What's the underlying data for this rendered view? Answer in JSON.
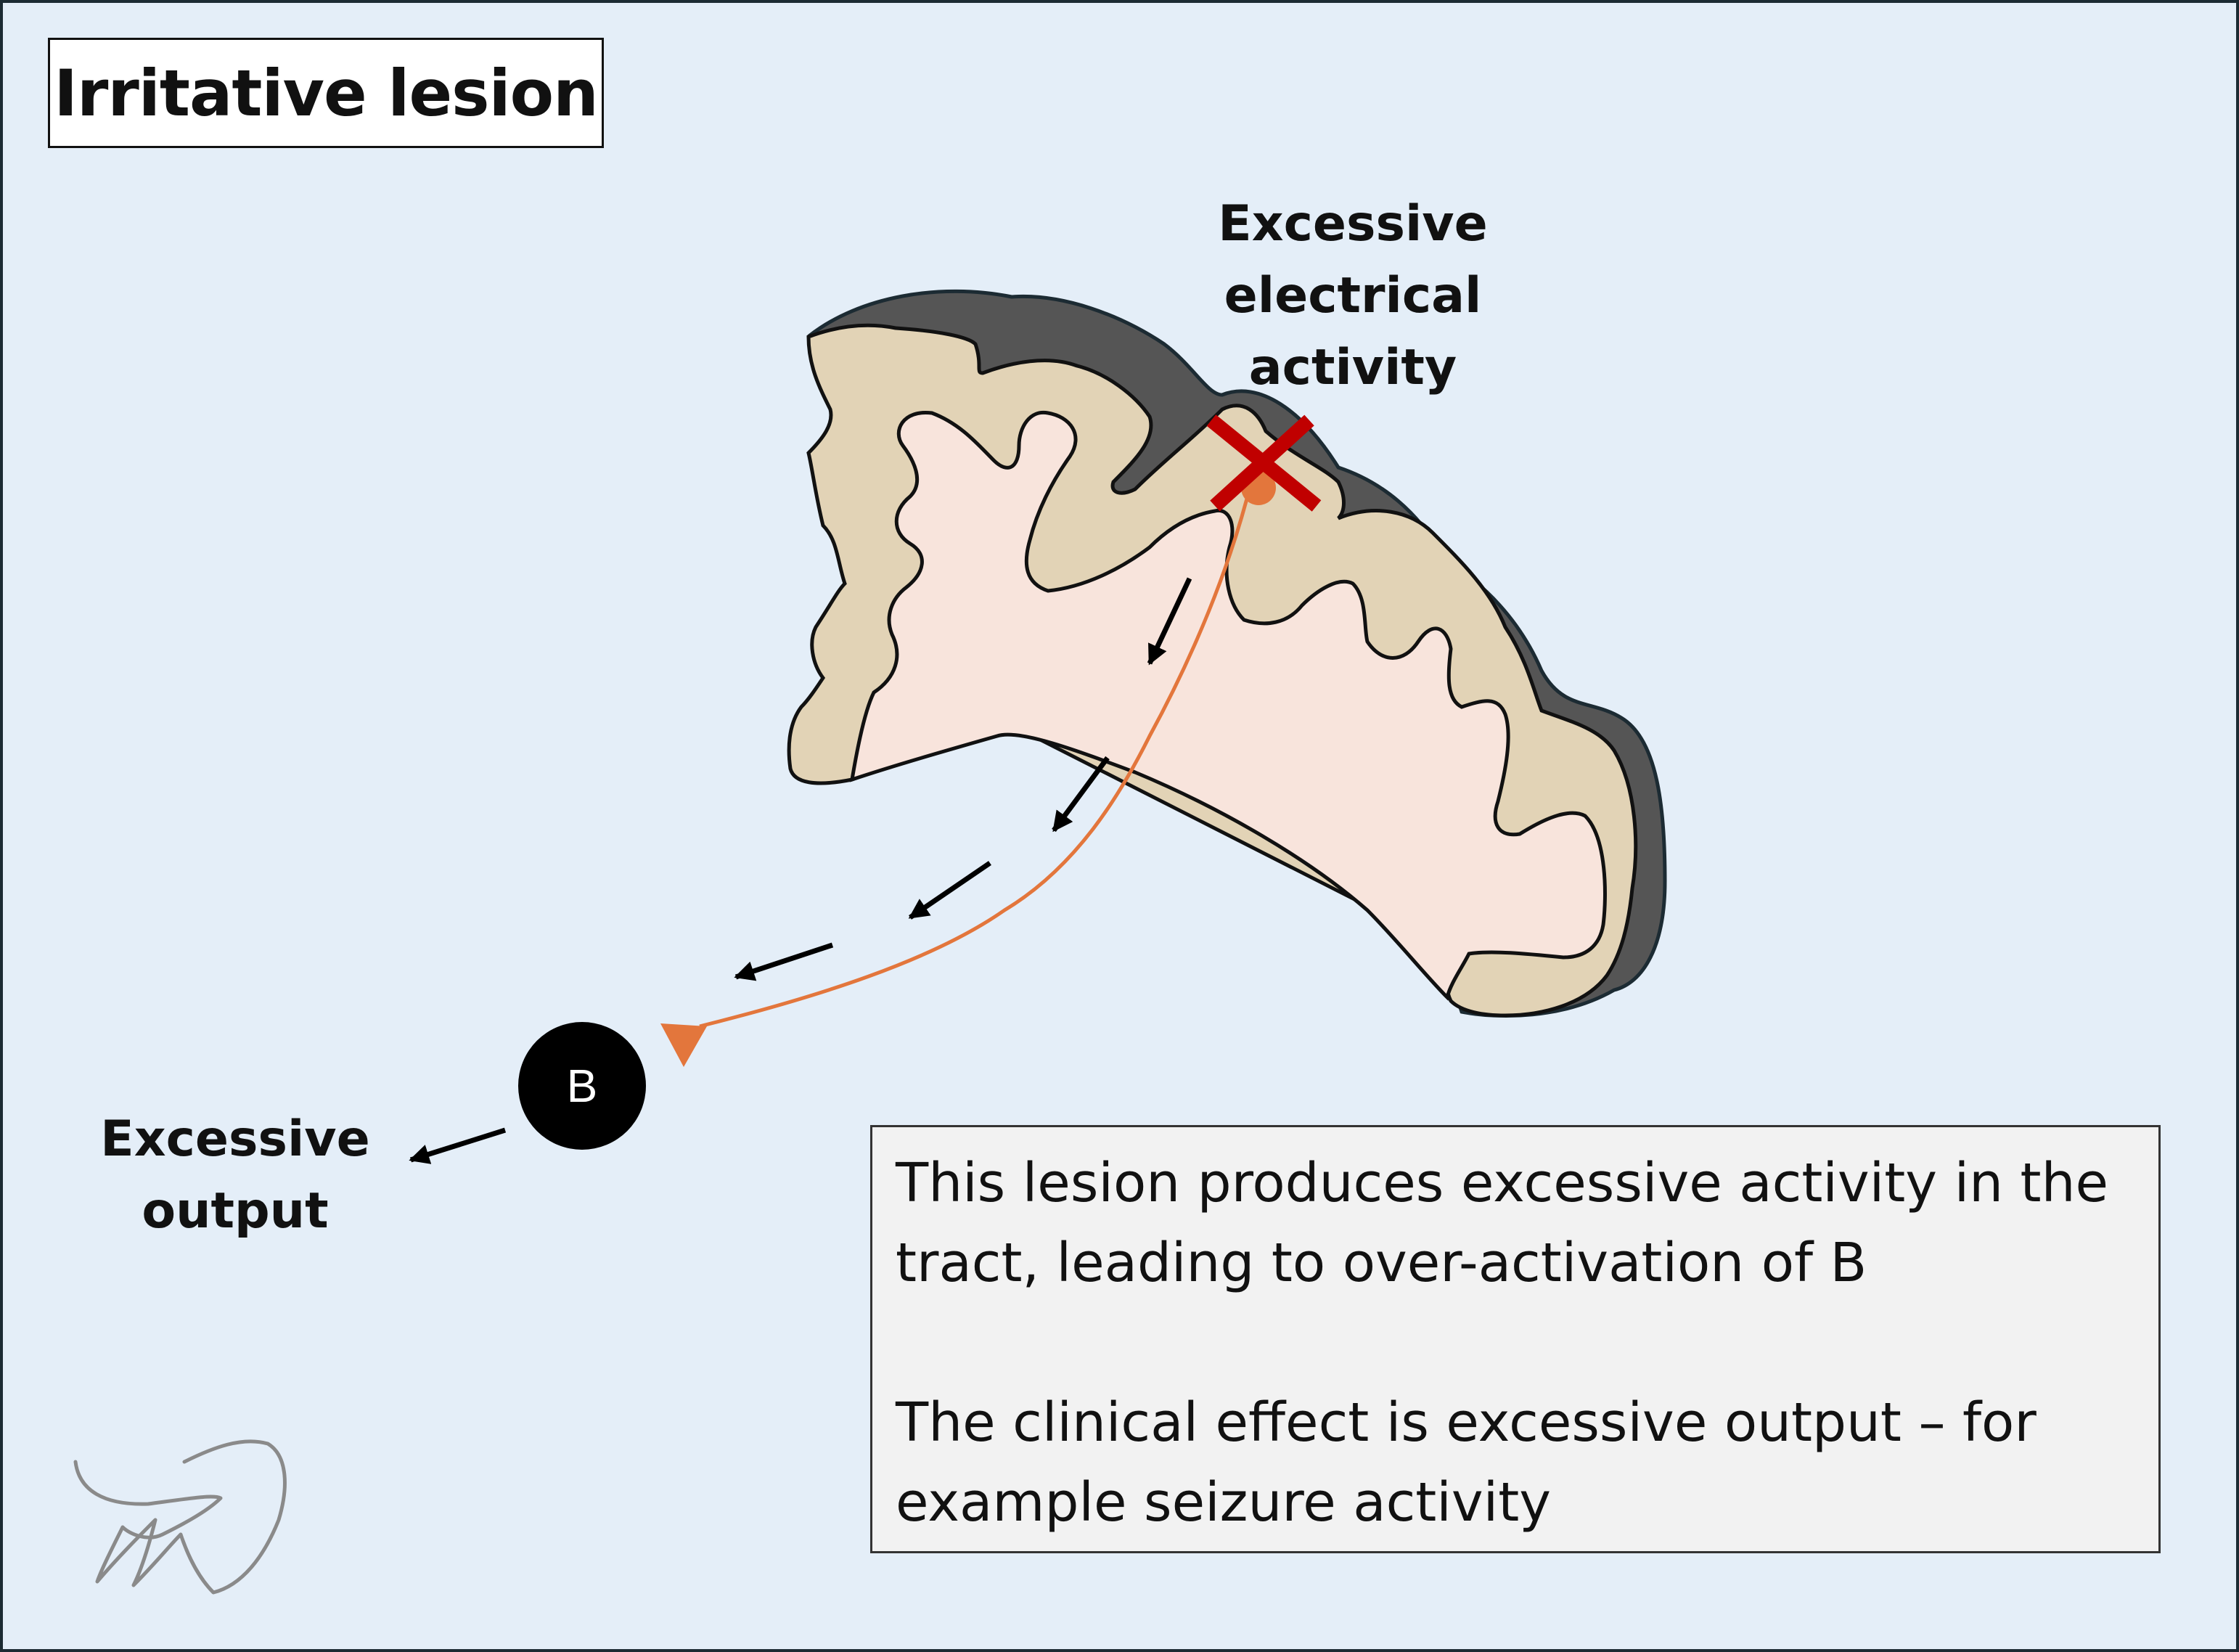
{
  "title": "Irritative lesion",
  "labels": {
    "lesion_activity": [
      "Excessive",
      "electrical",
      "activity"
    ],
    "output": [
      "Excessive",
      "output"
    ],
    "node": "B"
  },
  "explanation": {
    "paragraph1": "This lesion produces excessive activity in the tract, leading to over-activation of B",
    "paragraph2": "The clinical effect is excessive output – for example seizure activity"
  },
  "colors": {
    "background": "#e4eef8",
    "cortex_outer": "#555555",
    "gray_matter": "#e2d3b6",
    "white_matter": "#f8e4dc",
    "tract": "#e3763c",
    "lesion_cross": "#c00000",
    "arrows": "#000000"
  },
  "icons": [
    "lesion-x-icon",
    "signature-icon"
  ]
}
